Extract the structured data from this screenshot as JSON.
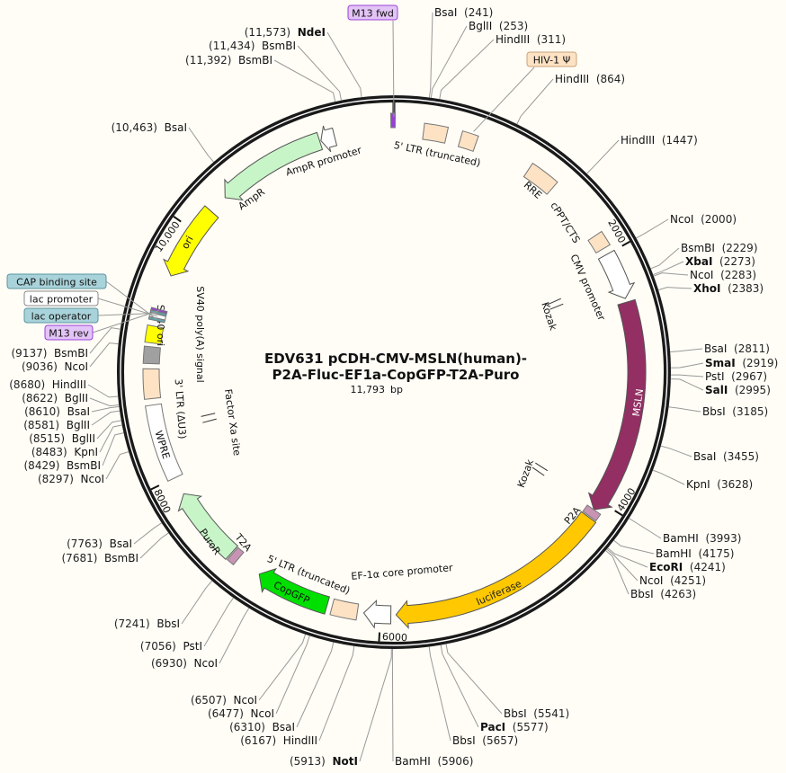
{
  "plasmid": {
    "title_line1": "EDV631 pCDH-CMV-MSLN(human)-",
    "title_line2": "P2A-Fluc-EF1a-CopGFP-T2A-Puro",
    "length": 11793,
    "length_label": "11,793",
    "unit": "bp",
    "ticks": [
      {
        "bp": 2000,
        "label": "2000"
      },
      {
        "bp": 4000,
        "label": "4000"
      },
      {
        "bp": 6000,
        "label": "6000"
      },
      {
        "bp": 8000,
        "label": "8000"
      },
      {
        "bp": 10000,
        "label": "10,000"
      }
    ]
  },
  "features": [
    {
      "name": "5' LTR (truncated)",
      "start": 230,
      "end": 410,
      "shape": "box",
      "color": "#fde2c4"
    },
    {
      "name": "HIV-1 Ψ",
      "start": 521,
      "end": 646,
      "shape": "box",
      "color": "#fde2c4"
    },
    {
      "name": "RRE",
      "start": 1100,
      "end": 1334,
      "shape": "box",
      "color": "#fde2c4"
    },
    {
      "name": "cPPT/CTS",
      "start": 1830,
      "end": 1948,
      "shape": "box",
      "color": "#fde2c4"
    },
    {
      "name": "CMV promoter",
      "start": 2000,
      "end": 2370,
      "shape": "arrow",
      "dir": 1,
      "color": "#ffffff"
    },
    {
      "name": "MSLN",
      "start": 2400,
      "end": 4080,
      "shape": "arrow",
      "dir": 1,
      "color": "#932f63",
      "text_color": "#ffffff"
    },
    {
      "name": "P2A",
      "start": 4080,
      "end": 4140,
      "shape": "box",
      "color": "#c795b3"
    },
    {
      "name": "luciferase",
      "start": 4150,
      "end": 5880,
      "shape": "arrow",
      "dir": 1,
      "color": "#ffc800",
      "text_color": "#222222"
    },
    {
      "name": "EF-1α core promoter",
      "start": 5920,
      "end": 6130,
      "shape": "arrow",
      "dir": 1,
      "color": "#ffffff"
    },
    {
      "name": "5' LTR (truncated)",
      "start": 6180,
      "end": 6380,
      "shape": "box",
      "color": "#fde2c4"
    },
    {
      "name": "CopGFP",
      "start": 6420,
      "end": 7000,
      "shape": "arrow",
      "dir": 1,
      "color": "#00e000",
      "text_color": "#111111"
    },
    {
      "name": "T2A",
      "start": 7200,
      "end": 7260,
      "shape": "box",
      "color": "#c795b3"
    },
    {
      "name": "PuroR",
      "start": 7270,
      "end": 7860,
      "shape": "arrow",
      "dir": 1,
      "color": "#c8f5c8",
      "text_color": "#111111"
    },
    {
      "name": "WPRE",
      "start": 8000,
      "end": 8590,
      "shape": "box",
      "color": "#ffffff",
      "text_color": "#111111"
    },
    {
      "name": "3' LTR (ΔU3)",
      "start": 8640,
      "end": 8870,
      "shape": "box",
      "color": "#fde2c4"
    },
    {
      "name": "SV40 poly(A) signal",
      "start": 8910,
      "end": 9040,
      "shape": "box",
      "color": "#a0a0a0"
    },
    {
      "name": "SV40 ori",
      "start": 9070,
      "end": 9200,
      "shape": "box",
      "color": "#ffff00"
    },
    {
      "name": "CAP binding site",
      "start": 9245,
      "end": 9265,
      "shape": "box",
      "color": "#5fa6b0"
    },
    {
      "name": "lac promoter",
      "start": 9265,
      "end": 9295,
      "shape": "box",
      "color": "#ffffff"
    },
    {
      "name": "lac operator",
      "start": 9297,
      "end": 9315,
      "shape": "box",
      "color": "#5fa6b0"
    },
    {
      "name": "M13 rev",
      "start": 9318,
      "end": 9335,
      "shape": "box",
      "color": "#9a3fd8"
    },
    {
      "name": "ori",
      "start": 9610,
      "end": 10200,
      "shape": "arrow",
      "dir": -1,
      "color": "#ffff00",
      "text_color": "#111111"
    },
    {
      "name": "AmpR",
      "start": 10350,
      "end": 11210,
      "shape": "arrow",
      "dir": -1,
      "color": "#c8f5c8"
    },
    {
      "name": "AmpR promoter",
      "start": 11220,
      "end": 11330,
      "shape": "arrow",
      "dir": -1,
      "color": "#ffffff"
    },
    {
      "name": "M13 fwd",
      "start": 11770,
      "end": 11793,
      "shape": "box",
      "color": "#9a3fd8"
    },
    {
      "name": "Kozak",
      "start": 2200,
      "end": 2200,
      "shape": "mark"
    },
    {
      "name": "Kozak",
      "start": 4050,
      "end": 4050,
      "shape": "mark"
    },
    {
      "name": "Factor Xa site",
      "start": 8390,
      "end": 8390,
      "shape": "mark"
    }
  ],
  "callouts": [
    {
      "name": "M13 fwd",
      "bp": 11793,
      "bg": "#e3c4f7",
      "border": "#9a3fd8"
    },
    {
      "name": "HIV-1 Ψ",
      "bp": 600,
      "bg": "#fde2c4",
      "border": "#c9a27a"
    },
    {
      "name": "CAP binding site",
      "bp": 9255,
      "bg": "#a9d3da",
      "border": "#5a95a0"
    },
    {
      "name": "lac promoter",
      "bp": 9280,
      "bg": "#ffffff",
      "border": "#888888"
    },
    {
      "name": "lac operator",
      "bp": 9306,
      "bg": "#a9d3da",
      "border": "#5a95a0"
    },
    {
      "name": "M13 rev",
      "bp": 9326,
      "bg": "#e3c4f7",
      "border": "#9a3fd8"
    }
  ],
  "enzymes": [
    {
      "name": "BsaI",
      "pos": 241,
      "pos_label": "(241)"
    },
    {
      "name": "BglII",
      "pos": 253,
      "pos_label": "(253)"
    },
    {
      "name": "HindIII",
      "pos": 311,
      "pos_label": "(311)"
    },
    {
      "name": "HindIII",
      "pos": 864,
      "pos_label": "(864)"
    },
    {
      "name": "HindIII",
      "pos": 1447,
      "pos_label": "(1447)"
    },
    {
      "name": "NcoI",
      "pos": 2000,
      "pos_label": "(2000)"
    },
    {
      "name": "BsmBI",
      "pos": 2229,
      "pos_label": "(2229)"
    },
    {
      "name": "XbaI",
      "pos": 2273,
      "pos_label": "(2273)",
      "bold": true
    },
    {
      "name": "NcoI",
      "pos": 2283,
      "pos_label": "(2283)"
    },
    {
      "name": "XhoI",
      "pos": 2383,
      "pos_label": "(2383)",
      "bold": true
    },
    {
      "name": "BsaI",
      "pos": 2811,
      "pos_label": "(2811)"
    },
    {
      "name": "SmaI",
      "pos": 2919,
      "pos_label": "(2919)",
      "bold": true
    },
    {
      "name": "PstI",
      "pos": 2967,
      "pos_label": "(2967)"
    },
    {
      "name": "SalI",
      "pos": 2995,
      "pos_label": "(2995)",
      "bold": true
    },
    {
      "name": "BbsI",
      "pos": 3185,
      "pos_label": "(3185)"
    },
    {
      "name": "BsaI",
      "pos": 3455,
      "pos_label": "(3455)"
    },
    {
      "name": "KpnI",
      "pos": 3628,
      "pos_label": "(3628)"
    },
    {
      "name": "BamHI",
      "pos": 3993,
      "pos_label": "(3993)"
    },
    {
      "name": "BamHI",
      "pos": 4175,
      "pos_label": "(4175)"
    },
    {
      "name": "EcoRI",
      "pos": 4241,
      "pos_label": "(4241)",
      "bold": true
    },
    {
      "name": "NcoI",
      "pos": 4251,
      "pos_label": "(4251)"
    },
    {
      "name": "BbsI",
      "pos": 4263,
      "pos_label": "(4263)"
    },
    {
      "name": "BbsI",
      "pos": 5541,
      "pos_label": "(5541)"
    },
    {
      "name": "PacI",
      "pos": 5577,
      "pos_label": "(5577)",
      "bold": true
    },
    {
      "name": "BbsI",
      "pos": 5657,
      "pos_label": "(5657)"
    },
    {
      "name": "BamHI",
      "pos": 5906,
      "pos_label": "(5906)"
    },
    {
      "name": "NotI",
      "pos": 5913,
      "pos_label": "(5913)",
      "bold": true
    },
    {
      "name": "HindIII",
      "pos": 6167,
      "pos_label": "(6167)"
    },
    {
      "name": "BsaI",
      "pos": 6310,
      "pos_label": "(6310)"
    },
    {
      "name": "NcoI",
      "pos": 6477,
      "pos_label": "(6477)"
    },
    {
      "name": "NcoI",
      "pos": 6507,
      "pos_label": "(6507)"
    },
    {
      "name": "NcoI",
      "pos": 6930,
      "pos_label": "(6930)"
    },
    {
      "name": "PstI",
      "pos": 7056,
      "pos_label": "(7056)"
    },
    {
      "name": "BbsI",
      "pos": 7241,
      "pos_label": "(7241)"
    },
    {
      "name": "BsmBI",
      "pos": 7681,
      "pos_label": "(7681)"
    },
    {
      "name": "BsaI",
      "pos": 7763,
      "pos_label": "(7763)"
    },
    {
      "name": "NcoI",
      "pos": 8297,
      "pos_label": "(8297)"
    },
    {
      "name": "BsmBI",
      "pos": 8429,
      "pos_label": "(8429)"
    },
    {
      "name": "KpnI",
      "pos": 8483,
      "pos_label": "(8483)"
    },
    {
      "name": "BglII",
      "pos": 8515,
      "pos_label": "(8515)"
    },
    {
      "name": "BglII",
      "pos": 8581,
      "pos_label": "(8581)"
    },
    {
      "name": "BsaI",
      "pos": 8610,
      "pos_label": "(8610)"
    },
    {
      "name": "BglII",
      "pos": 8622,
      "pos_label": "(8622)"
    },
    {
      "name": "HindIII",
      "pos": 8680,
      "pos_label": "(8680)"
    },
    {
      "name": "NcoI",
      "pos": 9036,
      "pos_label": "(9036)"
    },
    {
      "name": "BsmBI",
      "pos": 9137,
      "pos_label": "(9137)"
    },
    {
      "name": "BsaI",
      "pos": 10463,
      "pos_label": "(10,463)"
    },
    {
      "name": "BsmBI",
      "pos": 11392,
      "pos_label": "(11,392)"
    },
    {
      "name": "BsmBI",
      "pos": 11434,
      "pos_label": "(11,434)"
    },
    {
      "name": "NdeI",
      "pos": 11573,
      "pos_label": "(11,573)",
      "bold": true
    }
  ]
}
